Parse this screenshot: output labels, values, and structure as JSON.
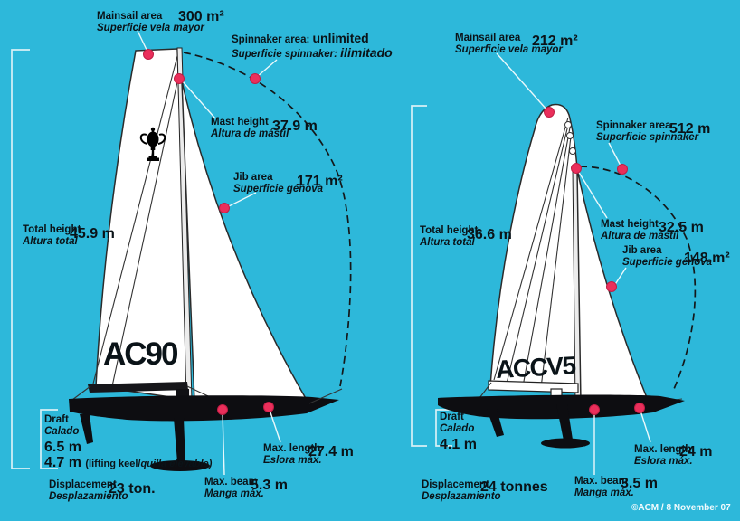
{
  "ac90": {
    "name": "AC90",
    "mainsail_label": "Mainsail area",
    "mainsail_label_es": "Superficie vela mayor",
    "mainsail_value": "300 m²",
    "spinnaker_label": "Spinnaker area:",
    "spinnaker_value": "unlimited",
    "spinnaker_label_es": "Superficie spinnaker:",
    "spinnaker_value_es": "ilimitado",
    "mast_label": "Mast height",
    "mast_label_es": "Altura de mástil",
    "mast_value": "37.9 m",
    "jib_label": "Jib area",
    "jib_label_es": "Superficie génova",
    "jib_value": "171 m²",
    "total_label": "Total height",
    "total_label_es": "Altura total",
    "total_value": "45.9 m",
    "draft_label": "Draft",
    "draft_label_es": "Calado",
    "draft_value1": "6.5 m",
    "draft_value2": "4.7 m",
    "draft_note": "(lifting keel/",
    "draft_note_es": "quilla elevable)",
    "displacement_label": "Displacement",
    "displacement_label_es": "Desplazamiento",
    "displacement_value": "23 ton.",
    "beam_label": "Max. beam",
    "beam_label_es": "Manga máx.",
    "beam_value": "5.3 m",
    "length_label": "Max. length",
    "length_label_es": "Eslora máx.",
    "length_value": "27.4 m"
  },
  "accv5": {
    "name": "ACCV5",
    "mainsail_label": "Mainsail area",
    "mainsail_label_es": "Superficie vela mayor",
    "mainsail_value": "212 m²",
    "spinnaker_label": "Spinnaker area",
    "spinnaker_label_es": "Superficie spinnaker",
    "spinnaker_value": "512 m",
    "mast_label": "Mast height",
    "mast_label_es": "Altura de mástil",
    "mast_value": "32.5 m",
    "jib_label": "Jib area",
    "jib_label_es": "Superficie génova",
    "jib_value": "148 m²",
    "total_label": "Total height",
    "total_label_es": "Altura total",
    "total_value": "36.6 m",
    "draft_label": "Draft",
    "draft_label_es": "Calado",
    "draft_value": "4.1 m",
    "displacement_label": "Displacement",
    "displacement_label_es": "Desplazamiento",
    "displacement_value": "24 tonnes",
    "beam_label": "Max. beam",
    "beam_label_es": "Manga máx.",
    "beam_value": "3.5 m",
    "length_label": "Max. length",
    "length_label_es": "Eslora máx.",
    "length_value": "24 m"
  },
  "footer": {
    "credit": "©ACM / 8 November 07"
  },
  "colors": {
    "background": "#2db8da",
    "marker": "#ea2f5b",
    "hull": "#0d0d11",
    "sail": "#ffffff",
    "bracket": "#d8f0f6",
    "ink": "#0a1318"
  }
}
